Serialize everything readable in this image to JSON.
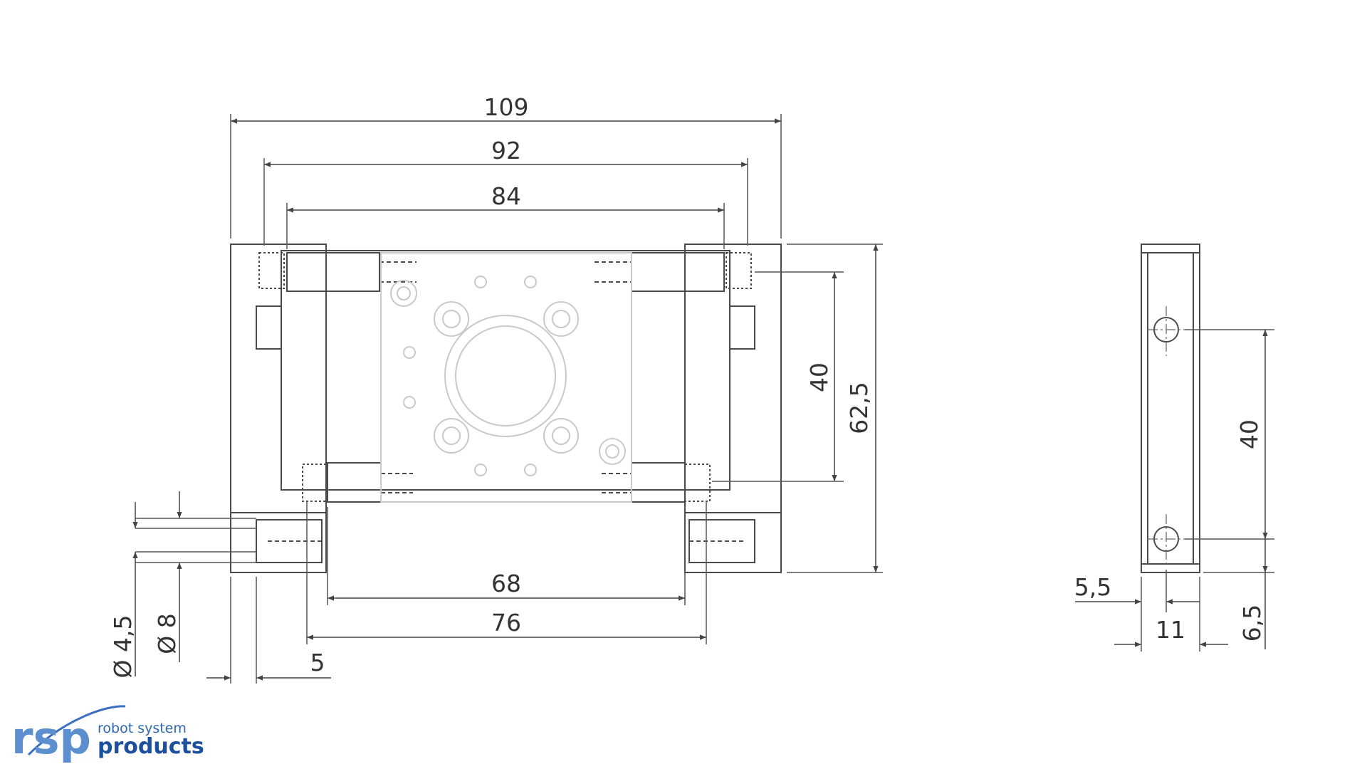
{
  "dimensions": {
    "top_overall": "109",
    "top_middle": "92",
    "top_inner": "84",
    "right_inner_height": "40",
    "right_overall_height": "62,5",
    "bottom_inner": "68",
    "bottom_outer": "76",
    "hole_diameter_small": "Ø 4,5",
    "hole_diameter_large": "Ø 8",
    "edge_offset": "5",
    "side_hole_spacing": "40",
    "side_width_half": "5,5",
    "side_width": "11",
    "side_bottom_offset": "6,5"
  },
  "logo": {
    "mark": "rsp",
    "line1": "robot system",
    "line2": "products"
  },
  "colors": {
    "line": "#4a4a4a",
    "thin_line": "#6e6e6e",
    "faded": "#c9c9c9",
    "logo_light": "#5b8fd0",
    "logo_dark": "#1c4f9c"
  }
}
